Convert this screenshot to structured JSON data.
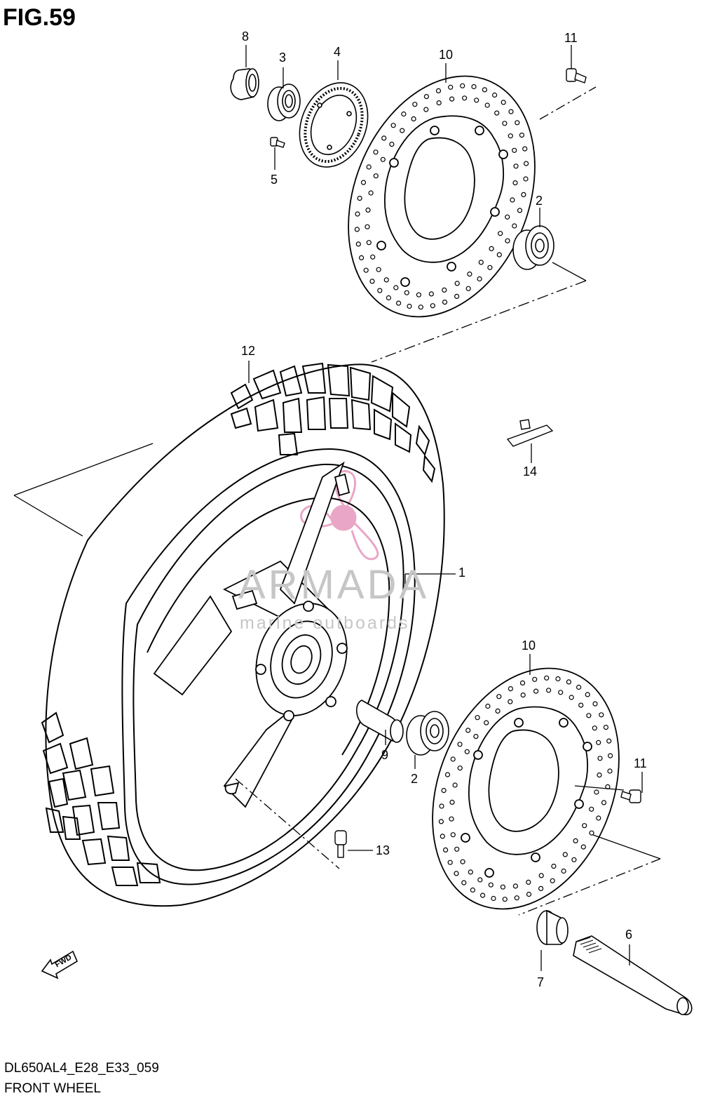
{
  "figure": {
    "title": "FIG.59",
    "code": "DL650AL4_E28_E33_059",
    "name": "FRONT WHEEL"
  },
  "watermark": {
    "brand": "ARMADA",
    "tagline": "marine outboards",
    "logo_color": "#e9a6c6",
    "text_color": "#c6c6c6"
  },
  "direction": {
    "label": "FWD",
    "icon": "arrow-icon"
  },
  "parts": [
    {
      "id": "p8",
      "number": "8"
    },
    {
      "id": "p3",
      "number": "3"
    },
    {
      "id": "p4",
      "number": "4"
    },
    {
      "id": "p10a",
      "number": "10"
    },
    {
      "id": "p11a",
      "number": "11"
    },
    {
      "id": "p5",
      "number": "5"
    },
    {
      "id": "p2a",
      "number": "2"
    },
    {
      "id": "p12",
      "number": "12"
    },
    {
      "id": "p14",
      "number": "14"
    },
    {
      "id": "p1",
      "number": "1"
    },
    {
      "id": "p10b",
      "number": "10"
    },
    {
      "id": "p9",
      "number": "9"
    },
    {
      "id": "p2b",
      "number": "2"
    },
    {
      "id": "p11b",
      "number": "11"
    },
    {
      "id": "p13",
      "number": "13"
    },
    {
      "id": "p6",
      "number": "6"
    },
    {
      "id": "p7",
      "number": "7"
    }
  ]
}
